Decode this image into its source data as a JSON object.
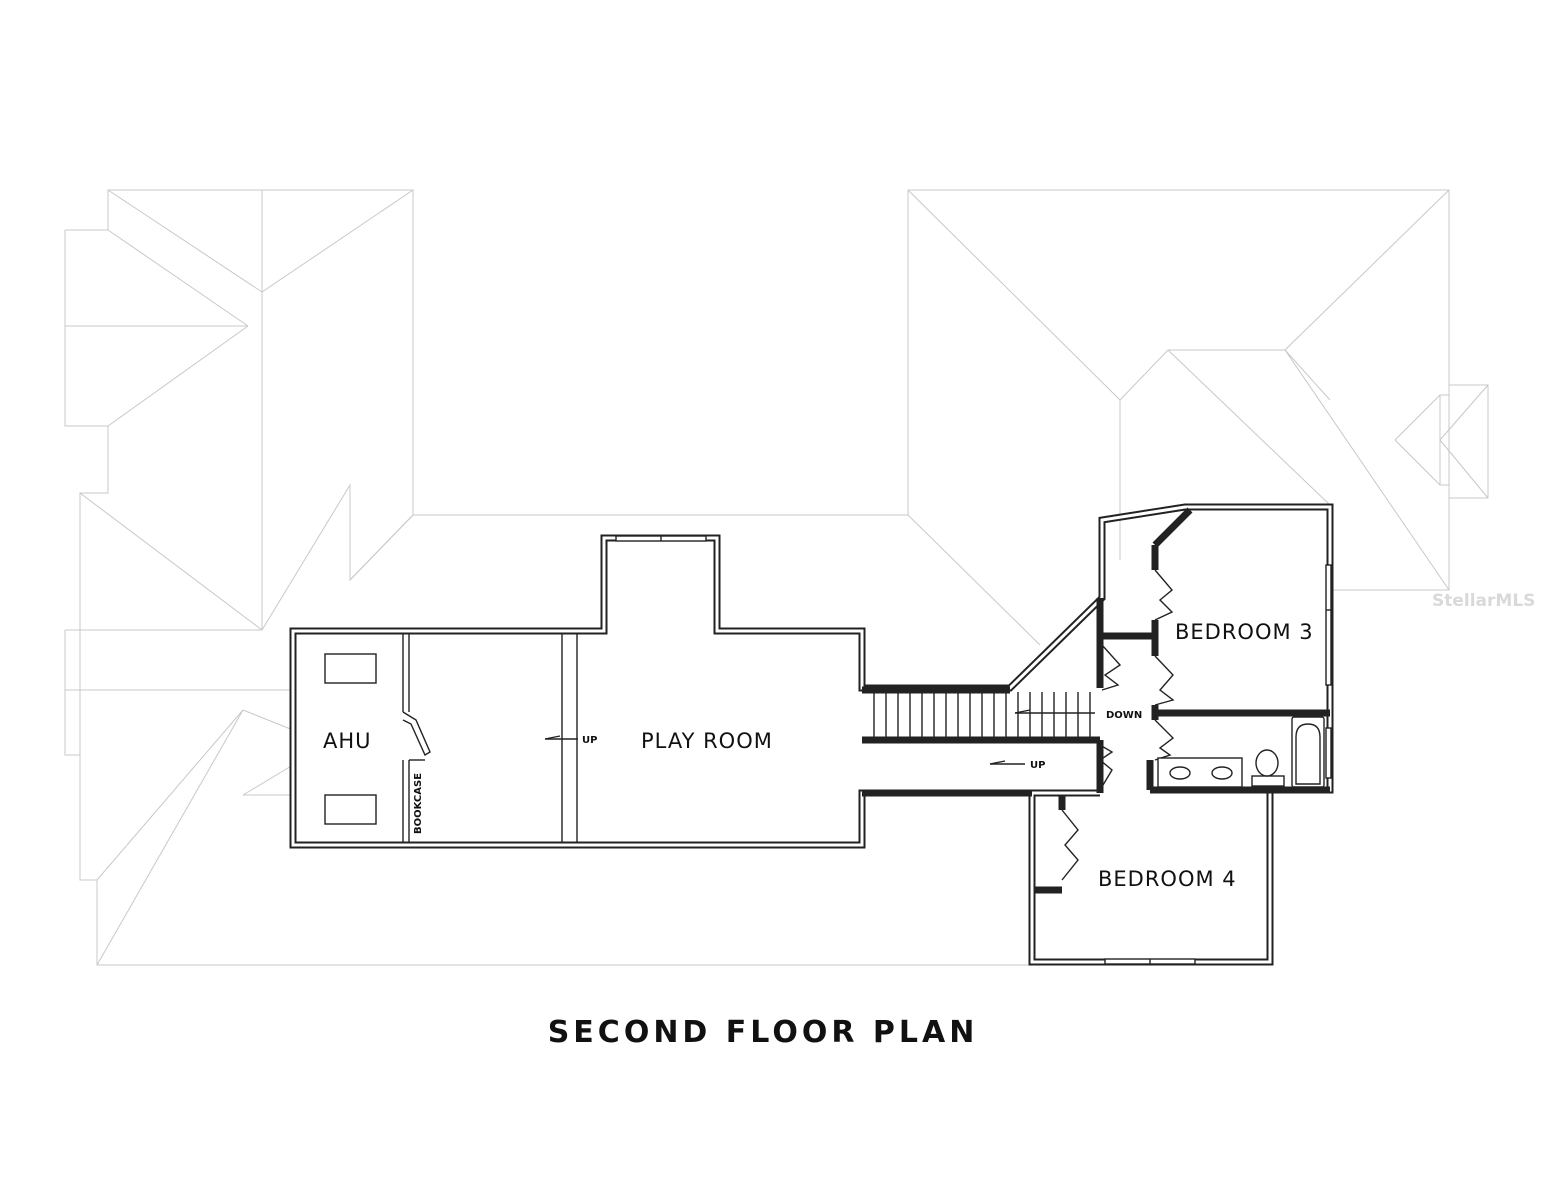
{
  "drawing": {
    "title": "SECOND FLOOR PLAN",
    "watermark": "StellarMLS"
  },
  "rooms": {
    "ahu": "AHU",
    "play_room": "PLAY ROOM",
    "bedroom_3": "BEDROOM 3",
    "bedroom_4": "BEDROOM 4"
  },
  "annotations": {
    "bookcase": "BOOKCASE",
    "up_playroom": "UP",
    "up_hall": "UP",
    "down_stair": "DOWN"
  }
}
